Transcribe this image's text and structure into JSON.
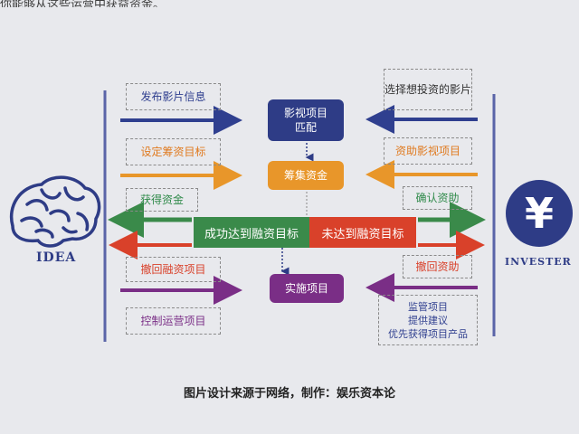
{
  "top_text": "你能够从这些运营中获益资金。",
  "left_actor": {
    "label": "IDEA"
  },
  "right_actor": {
    "label": "INVESTER",
    "symbol": "¥"
  },
  "left_steps": [
    "发布影片信息",
    "设定筹资目标",
    "获得资金",
    "撤回融资项目",
    "控制运营项目"
  ],
  "right_steps": [
    "选择想投资的影片",
    "资助影视项目",
    "确认资助",
    "撤回资助",
    "监管项目\n提供建议\n优先获得项目产品"
  ],
  "center_nodes": [
    "影视项目\n匹配",
    "筹集资金",
    "实施项目"
  ],
  "outcomes": {
    "success": "成功达到融资目标",
    "fail": "未达到融资目标"
  },
  "caption": "图片设计来源于网络，制作：娱乐资本论",
  "colors": {
    "blue": "#2f3f8f",
    "orange": "#e8962a",
    "green": "#3a8a4a",
    "red": "#d9412a",
    "purple": "#7a2e86",
    "navy": "#2e3c86"
  }
}
